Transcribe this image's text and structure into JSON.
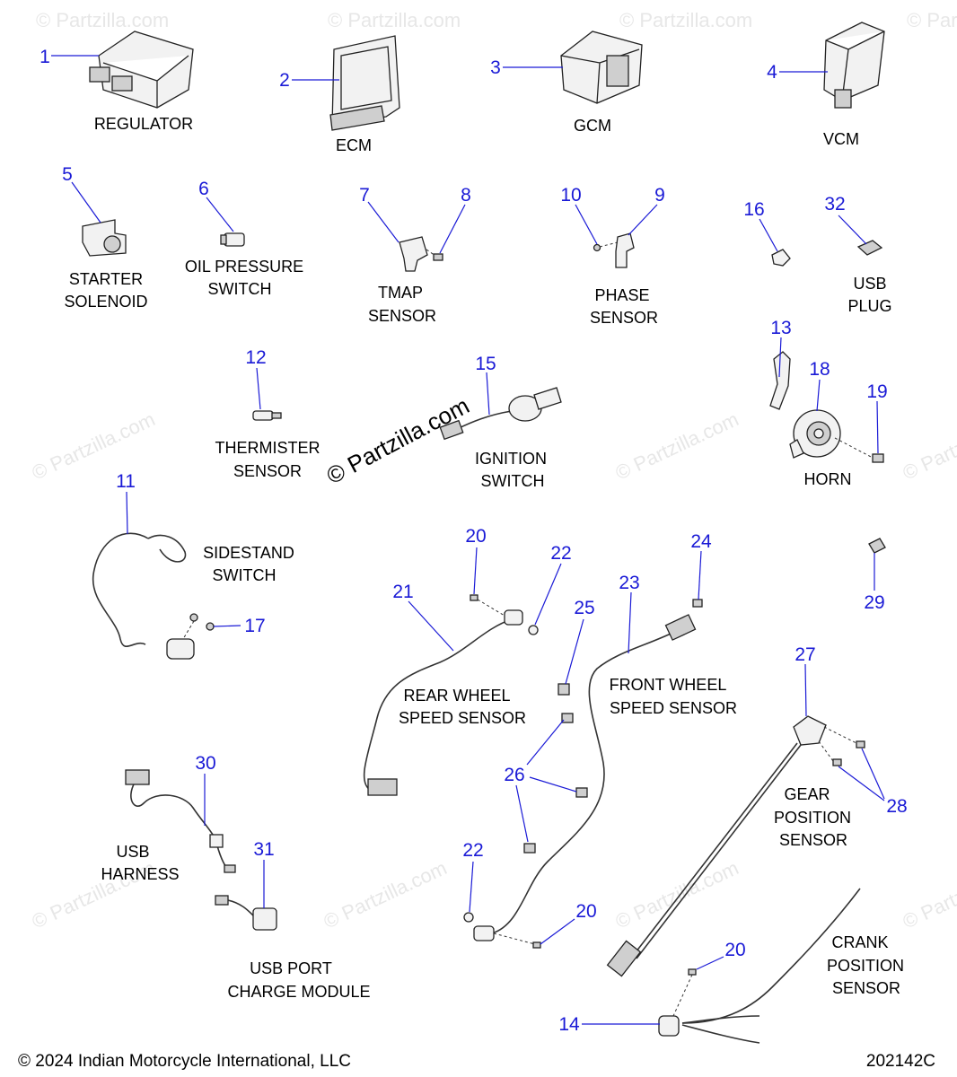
{
  "watermark": {
    "tile_text": "© Partzilla.com",
    "main_text": "© Partzilla.com"
  },
  "footer": {
    "copyright": "© 2024 Indian Motorcycle International, LLC",
    "diagram_code": "202142C"
  },
  "parts": {
    "regulator": {
      "num": "1",
      "label": "REGULATOR"
    },
    "ecm": {
      "num": "2",
      "label": "ECM"
    },
    "gcm": {
      "num": "3",
      "label": "GCM"
    },
    "vcm": {
      "num": "4",
      "label": "VCM"
    },
    "starter_solenoid": {
      "num": "5",
      "label_1": "STARTER",
      "label_2": "SOLENOID"
    },
    "oil_pressure_switch": {
      "num": "6",
      "label_1": "OIL PRESSURE",
      "label_2": "SWITCH"
    },
    "tmap_sensor": {
      "num": "7",
      "num_b": "8",
      "label_1": "TMAP",
      "label_2": "SENSOR"
    },
    "phase_sensor": {
      "num": "9",
      "num_b": "10",
      "label_1": "PHASE",
      "label_2": "SENSOR"
    },
    "part_16": {
      "num": "16"
    },
    "usb_plug": {
      "num": "32",
      "label_1": "USB",
      "label_2": "PLUG"
    },
    "thermister_sensor": {
      "num": "12",
      "label_1": "THERMISTER",
      "label_2": "SENSOR"
    },
    "ignition_switch": {
      "num": "15",
      "label_1": "IGNITION",
      "label_2": "SWITCH"
    },
    "horn": {
      "num_a": "13",
      "num_b": "18",
      "num_c": "19",
      "label": "HORN"
    },
    "sidestand_switch": {
      "num": "11",
      "num_b": "17",
      "label_1": "SIDESTAND",
      "label_2": "SWITCH"
    },
    "rear_wheel_speed_sensor": {
      "num": "21",
      "num_b": "20",
      "num_c": "22",
      "label_1": "REAR WHEEL",
      "label_2": "SPEED SENSOR"
    },
    "front_wheel_speed_sensor": {
      "num": "23",
      "num_b": "24",
      "num_c": "25",
      "num_d": "26",
      "num_e": "22",
      "num_f": "20",
      "label_1": "FRONT WHEEL",
      "label_2": "SPEED SENSOR"
    },
    "part_29": {
      "num": "29"
    },
    "gear_position_sensor": {
      "num": "27",
      "num_b": "28",
      "label_1": "GEAR",
      "label_2": "POSITION",
      "label_3": "SENSOR"
    },
    "usb_harness": {
      "num": "30",
      "label_1": "USB",
      "label_2": "HARNESS"
    },
    "usb_port_charge_module": {
      "num": "31",
      "label_1": "USB PORT",
      "label_2": "CHARGE MODULE"
    },
    "crank_position_sensor": {
      "num": "14",
      "num_b": "20",
      "label_1": "CRANK",
      "label_2": "POSITION",
      "label_3": "SENSOR"
    }
  }
}
